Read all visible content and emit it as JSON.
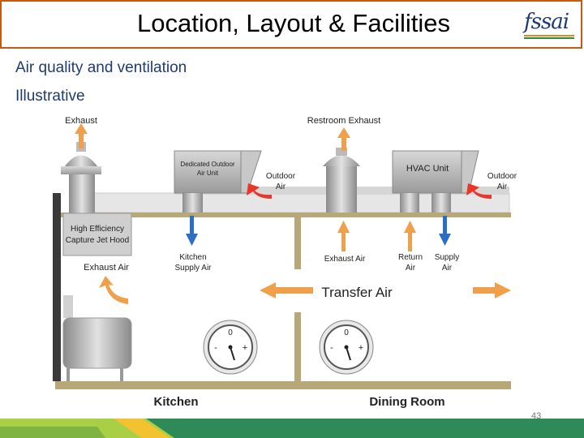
{
  "header": {
    "title": "Location, Layout & Facilities",
    "logo_text": "fssai"
  },
  "subtitle": {
    "line1": "Air quality and ventilation",
    "line2": "Illustrative"
  },
  "diagram": {
    "labels": {
      "exhaust": "Exhaust",
      "restroom_exhaust": "Restroom Exhaust",
      "dedicated_unit_1": "Dedicated Outdoor",
      "dedicated_unit_2": "Air Unit",
      "outdoor_air_1_a": "Outdoor",
      "outdoor_air_1_b": "Air",
      "hvac_unit": "HVAC Unit",
      "outdoor_air_2_a": "Outdoor",
      "outdoor_air_2_b": "Air",
      "hood_1": "High Efficiency",
      "hood_2": "Capture Jet Hood",
      "exhaust_air": "Exhaust Air",
      "kitchen_supply_1": "Kitchen",
      "kitchen_supply_2": "Supply Air",
      "exhaust_air_2": "Exhaust Air",
      "return_air_1": "Return",
      "return_air_2": "Air",
      "supply_air_1": "Supply",
      "supply_air_2": "Air",
      "transfer_air": "Transfer Air",
      "gauge_zero_1": "0",
      "gauge_zero_2": "0",
      "gauge_minus": "-",
      "gauge_plus": "+",
      "kitchen": "Kitchen",
      "dining_room": "Dining Room"
    }
  },
  "footer": {
    "page_number": "43"
  },
  "colors": {
    "title_border": "#c55a11",
    "subtitle_text": "#1f3c6e",
    "orange_arrow": "#f0a04b",
    "blue_arrow": "#2c6fc2",
    "red_arrow": "#e8362a",
    "structure": "#b8a878",
    "footer_green": "#2e8b57",
    "footer_yellow": "#f2c230"
  }
}
